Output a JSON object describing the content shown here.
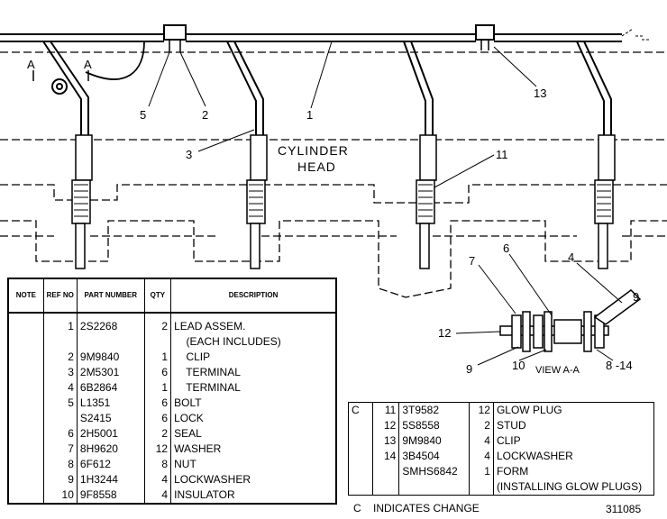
{
  "drawing": {
    "head_label_1": "CYLINDER",
    "head_label_2": "HEAD",
    "view_label": "VIEW A-A",
    "section_marker": "A",
    "callouts": [
      "1",
      "2",
      "3",
      "5",
      "11",
      "13",
      "4",
      "6",
      "7",
      "9",
      "12",
      "9",
      "10",
      "8 -14"
    ]
  },
  "main_table": {
    "headers": [
      "NOTE",
      "REF NO",
      "PART NUMBER",
      "QTY",
      "DESCRIPTION"
    ],
    "rows": [
      {
        "note": "",
        "ref": "1",
        "part": "2S2268",
        "qty": "2",
        "desc": "LEAD ASSEM."
      },
      {
        "note": "",
        "ref": "",
        "part": "",
        "qty": "",
        "desc": "    (EACH INCLUDES)"
      },
      {
        "note": "",
        "ref": "2",
        "part": "9M9840",
        "qty": "1",
        "desc": "    CLIP"
      },
      {
        "note": "",
        "ref": "3",
        "part": "2M5301",
        "qty": "6",
        "desc": "    TERMINAL"
      },
      {
        "note": "",
        "ref": "4",
        "part": "6B2864",
        "qty": "1",
        "desc": "    TERMINAL"
      },
      {
        "note": "",
        "ref": "5",
        "part": "L1351",
        "qty": "6",
        "desc": "BOLT"
      },
      {
        "note": "",
        "ref": "",
        "part": "S2415",
        "qty": "6",
        "desc": "LOCK"
      },
      {
        "note": "",
        "ref": "6",
        "part": "2H5001",
        "qty": "2",
        "desc": "SEAL"
      },
      {
        "note": "",
        "ref": "7",
        "part": "8H9620",
        "qty": "12",
        "desc": "WASHER"
      },
      {
        "note": "",
        "ref": "8",
        "part": "6F612",
        "qty": "8",
        "desc": "NUT"
      },
      {
        "note": "",
        "ref": "9",
        "part": "1H3244",
        "qty": "4",
        "desc": "LOCKWASHER"
      },
      {
        "note": "",
        "ref": "10",
        "part": "9F8558",
        "qty": "4",
        "desc": "INSULATOR"
      }
    ]
  },
  "side_table": {
    "rows": [
      {
        "note": "C",
        "ref": "11",
        "part": "3T9582",
        "qty": "12",
        "desc": "GLOW PLUG"
      },
      {
        "note": "",
        "ref": "12",
        "part": "5S8558",
        "qty": "2",
        "desc": "STUD"
      },
      {
        "note": "",
        "ref": "13",
        "part": "9M9840",
        "qty": "4",
        "desc": "CLIP"
      },
      {
        "note": "",
        "ref": "14",
        "part": "3B4504",
        "qty": "4",
        "desc": "LOCKWASHER"
      },
      {
        "note": "",
        "ref": "",
        "part": "SMHS6842",
        "qty": "1",
        "desc": "FORM"
      },
      {
        "note": "",
        "ref": "",
        "part": "",
        "qty": "",
        "desc": "(INSTALLING GLOW PLUGS)"
      }
    ]
  },
  "footer": {
    "change_note": "C    INDICATES CHANGE",
    "figure_id": "311085"
  }
}
